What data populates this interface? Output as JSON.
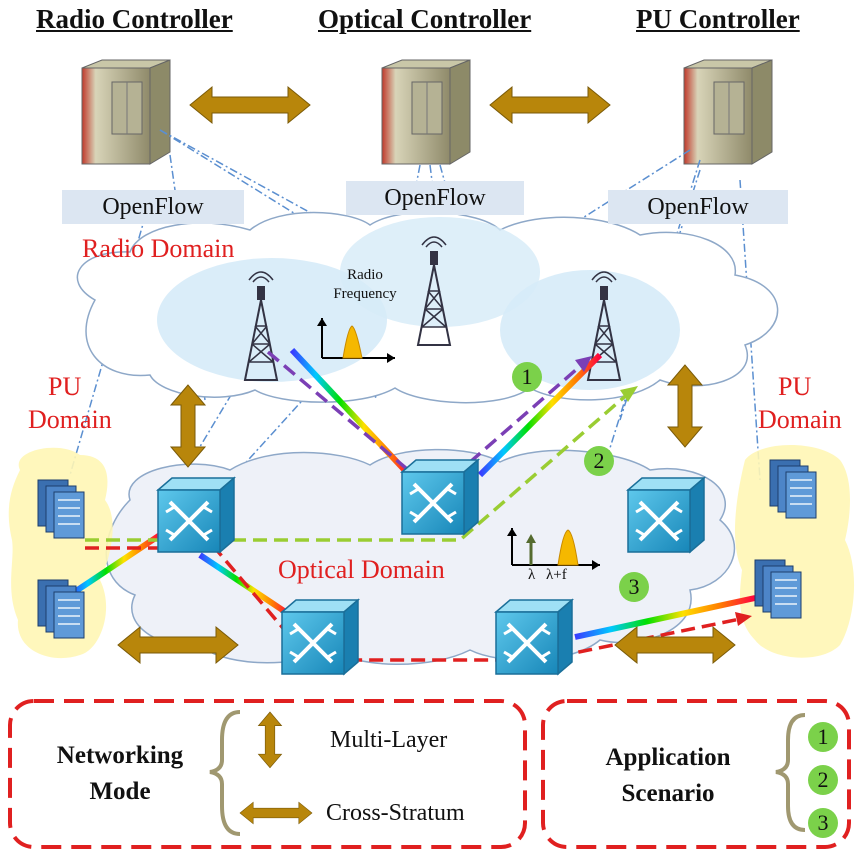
{
  "controllers": {
    "radio": "Radio Controller",
    "optical": "Optical Controller",
    "pu": "PU Controller"
  },
  "openflow": [
    "OpenFlow",
    "OpenFlow",
    "OpenFlow"
  ],
  "domains": {
    "radio": "Radio Domain",
    "optical": "Optical Domain",
    "pu_left_1": "PU",
    "pu_left_2": "Domain",
    "pu_right_1": "PU",
    "pu_right_2": "Domain"
  },
  "radio_frequency": [
    "Radio",
    "Frequency"
  ],
  "wavelength_labels": [
    "λ",
    "λ+f"
  ],
  "scenario_markers": [
    "1",
    "2",
    "3"
  ],
  "legend": {
    "networking_mode": [
      "Networking",
      "Mode"
    ],
    "multi_layer": "Multi-Layer",
    "cross_stratum": "Cross-Stratum",
    "application_scenario": [
      "Application",
      "Scenario"
    ],
    "scenarios": [
      "1",
      "2",
      "3"
    ]
  },
  "colors": {
    "red_label": "#e02020",
    "arrow_gold": "#b8860b",
    "switch_blue": "#2aa6d6",
    "scenario1": "#7b3fb5",
    "scenario2": "#9acd32",
    "scenario3": "#e02020",
    "legend_border": "#e02020"
  }
}
